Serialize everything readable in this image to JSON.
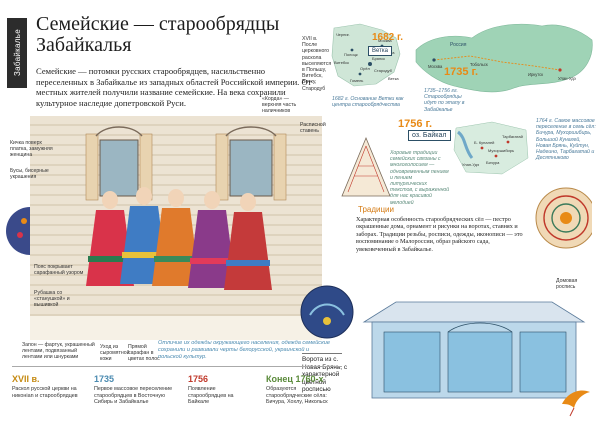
{
  "side_tab": "Забайкалье",
  "title": "Семейские — старообрядцы Забайкалья",
  "lead": "Семейские — потомки русских старообрядцев, насильственно переселенных в Забайкалье из западных областей Российской империи. От местных жителей получили название семейские. На века сохранили культурное наследие допетровской Руси.",
  "notes": {
    "n17c": "XVII в. После церковного раскола выселяются в Польшу, Витебск, Ветку, Стародуб",
    "n1682": "1682 г. Основание Ветки как центра старообрядчества",
    "n1735": "1735–1756 гг. Старообрядцы идут по этапу в Забайкалье",
    "n1756": "1764 г. Самое массовое переселение в семь сёл: Бичура, Мухоршибирь, Большой Куналей, Новая Брянь, Куйтун, Надеино, Тарбагатай и Десятниково",
    "kokoshnik": "«Корда» — верхняя часть наличников",
    "stavni": "Расписной ставень",
    "traditions_note": "Хоровые традиции семейских связаны с многоголосием — одновременным пением и пением литургических текстов, с выраженной для нас красивой мелодией"
  },
  "map": {
    "mini_labels": [
      "Москва",
      "Калуга",
      "Брянск",
      "Стародуб",
      "Ветка",
      "Орёл",
      "Витебск",
      "Полоцк",
      "Гомель",
      "Черниг."
    ],
    "big_labels": [
      "Россия",
      "Москва",
      "Тобольск",
      "Иркутск",
      "Улан-Удэ"
    ],
    "ветка_box": "Ветка",
    "year_1682": "1682 г.",
    "year_1735": "1735 г.",
    "year_1756": "1756 г.",
    "baikal_box": "оз. Байкал",
    "baikal_labels": [
      "Б. Куналей",
      "Мухоршибирь",
      "Тарбагатай",
      "Бичура",
      "Улан-Удэ"
    ]
  },
  "house_labels": [
    "Кичка поверх платка, замужняя женщина",
    "Бусы, бисерные украшения",
    "Пояс покрывает сарафанный узором",
    "Рубашка со «станушкой» и вышивкой",
    "Запон — фартук, украшенный лентами, подвязанный лентами или шнурками",
    "Уход из сыромятной кожи",
    "Прямой сарафан в цветах полос"
  ],
  "legend_note": "Отличие их одежды окружающего населения, одежда семейские сохранили и развивали черты белорусской, украинской и польской культур.",
  "traditions": {
    "heading": "Традиции",
    "text": "Характерная особенность старообрядческих сёл — пестро окрашенные дома, орнамент и рисунки на воротах, ставнях и заборах. Традиции резьбы, росписи, одежды, иконописи — это воспоминание о Малороссии, образ райского сада, увековеченный в Забайкалье."
  },
  "pattern_caption": "Домовая роспись",
  "gate_caption": "Ворота из с. Новая Брянь, с характерной цветной росписью",
  "timeline": [
    {
      "year": "XVII в.",
      "desc": "Раскол русской церкви на никонian и старообрядцев",
      "color": "#c58a12"
    },
    {
      "year": "1735",
      "desc": "Первое массовое переселение старообрядцев в Восточную Сибирь и Забайкалье",
      "color": "#4a8ab0"
    },
    {
      "year": "1756",
      "desc": "Появление старообрядцев на Байкале",
      "color": "#c0392b"
    },
    {
      "year": "Конец 1760-х",
      "desc": "Образуются старообрядческие сёла: Бичура, Хохлу, Никольск",
      "color": "#5a8a3a"
    }
  ],
  "colors": {
    "accent": "#e88a16",
    "blue": "#2c4f66",
    "green": "#8fc9a9"
  }
}
